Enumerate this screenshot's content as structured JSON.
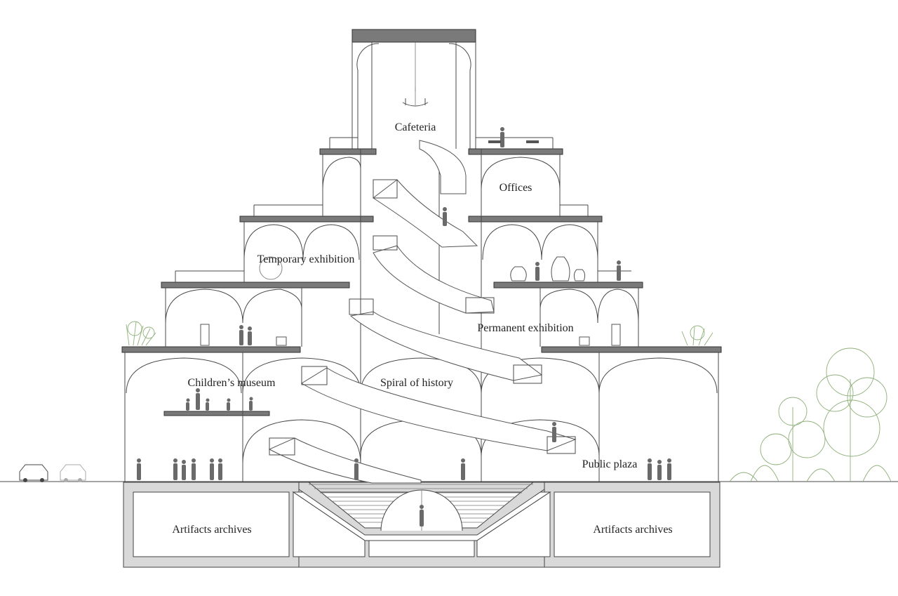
{
  "labels": {
    "cafeteria": "Cafeteria",
    "offices": "Offices",
    "temporary_exhibition": "Temporary exhibition",
    "permanent_exhibition": "Permanent exhibition",
    "childrens_museum": "Children’s museum",
    "spiral_of_history": "Spiral of history",
    "public_plaza": "Public plaza",
    "artifacts_archives_left": "Artifacts archives",
    "artifacts_archives_right": "Artifacts archives"
  },
  "colors": {
    "line": "#4a4a4a",
    "slab": "#7a7a7a",
    "foundation": "#d9d9d9",
    "vegetation": "#8fb07a"
  }
}
